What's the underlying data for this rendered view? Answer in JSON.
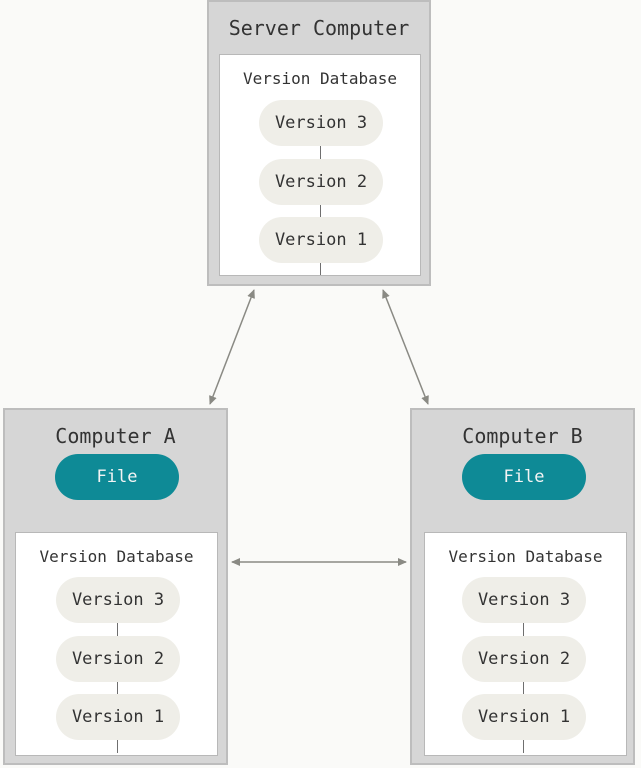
{
  "server": {
    "title": "Server Computer",
    "database_label": "Version Database",
    "versions": [
      "Version 3",
      "Version 2",
      "Version 1"
    ]
  },
  "computer_a": {
    "title": "Computer A",
    "file_label": "File",
    "database_label": "Version Database",
    "versions": [
      "Version 3",
      "Version 2",
      "Version 1"
    ]
  },
  "computer_b": {
    "title": "Computer B",
    "file_label": "File",
    "database_label": "Version Database",
    "versions": [
      "Version 3",
      "Version 2",
      "Version 1"
    ]
  },
  "colors": {
    "file_fill": "#0e8a96",
    "arrow": "#8a8a84",
    "pill_fill": "#efeee8",
    "computer_fill": "#d6d6d6"
  }
}
